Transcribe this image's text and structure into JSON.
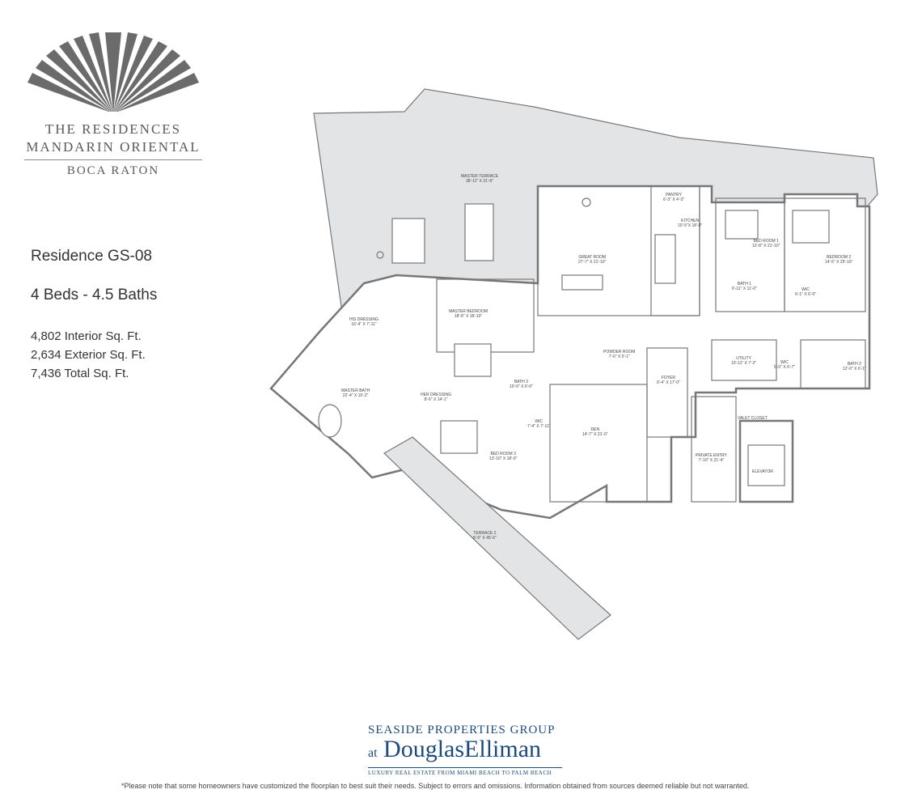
{
  "brand": {
    "line1": "THE RESIDENCES",
    "line2": "MANDARIN ORIENTAL",
    "line3": "BOCA RATON"
  },
  "residence": {
    "title": "Residence GS-08",
    "beds_baths": "4 Beds - 4.5 Baths",
    "interior": "4,802 Interior Sq. Ft.",
    "exterior": "2,634 Exterior Sq. Ft.",
    "total": "7,436 Total Sq. Ft."
  },
  "rooms": {
    "master_terrace": {
      "name": "MASTER TERRACE",
      "dim": "38'-11\" X 31'-6\""
    },
    "pantry": {
      "name": "PANTRY",
      "dim": "6'-3\" X 4'-3\""
    },
    "kitchen": {
      "name": "KITCHEN",
      "dim": "10'-5\"X 18'-0\""
    },
    "great_room": {
      "name": "GREAT ROOM",
      "dim": "27'-7\" X 21'-10\""
    },
    "bed1": {
      "name": "BED ROOM 1",
      "dim": "12'-8\" X 21'-10\""
    },
    "bed2": {
      "name": "BEDROOM 2",
      "dim": "14'-5\" X 25'-10\""
    },
    "bath1": {
      "name": "BATH 1",
      "dim": "6'-11\" X 11'-0\""
    },
    "wic_a": {
      "name": "WIC",
      "dim": "6'-1\" X 6'-0\""
    },
    "master_bedroom": {
      "name": "MASTER BEDROOM",
      "dim": "18'-8\" X 18'-10\""
    },
    "his_dressing": {
      "name": "HIS DRESSING",
      "dim": "16'-4\" X 7'-11\""
    },
    "master_bath": {
      "name": "MASTER BATH",
      "dim": "22'-4\" X 15'-2\""
    },
    "her_dressing": {
      "name": "HER DRESSING",
      "dim": "8'-6\" X 14'-1\""
    },
    "bath3": {
      "name": "BATH 3",
      "dim": "10'-0\" X 6'-0\""
    },
    "powder": {
      "name": "POWDER ROOM",
      "dim": "7'-6\" X 5'-1\""
    },
    "foyer": {
      "name": "FOYER",
      "dim": "9'-4\" X 17'-0\""
    },
    "utility": {
      "name": "UTILITY",
      "dim": "10'-11\" X 7'-2\""
    },
    "wic_b": {
      "name": "WIC",
      "dim": "5'-0\" X 6'-7\""
    },
    "bath2": {
      "name": "BATH 2",
      "dim": "12'-0\" X 6'-1\""
    },
    "valet": {
      "name": "VALET CLOSET",
      "dim": ""
    },
    "wic_c": {
      "name": "WIC",
      "dim": "7'-4\" X 7'-11\""
    },
    "den": {
      "name": "DEN",
      "dim": "14'-7\" X 21'-0\""
    },
    "bed3": {
      "name": "BED ROOM 3",
      "dim": "13'-10\" X 18'-0\""
    },
    "private_entry": {
      "name": "PRIVATE ENTRY",
      "dim": "7'-10\" X 21'-4\""
    },
    "elevator": {
      "name": "ELEVATOR",
      "dim": ""
    },
    "terrace2": {
      "name": "TERRACE 2",
      "dim": "8'-6\" X 45'-6\""
    }
  },
  "footer": {
    "group": "SEASIDE PROPERTIES GROUP",
    "at": "at",
    "brand_a": "Douglas",
    "brand_b": "Elliman",
    "tagline": "LUXURY REAL ESTATE FROM MIAMI BEACH TO PALM BEACH",
    "disclaimer": "*Please note that some homeowners have customized the floorplan to best suit their needs. Subject to errors and omissions. Information obtained from sources deemed reliable but not warranted."
  },
  "colors": {
    "terrace_fill": "#e3e4e6",
    "wall": "#777777",
    "logo": "#6b6b6b",
    "brand_blue": "#1c4a7a"
  }
}
